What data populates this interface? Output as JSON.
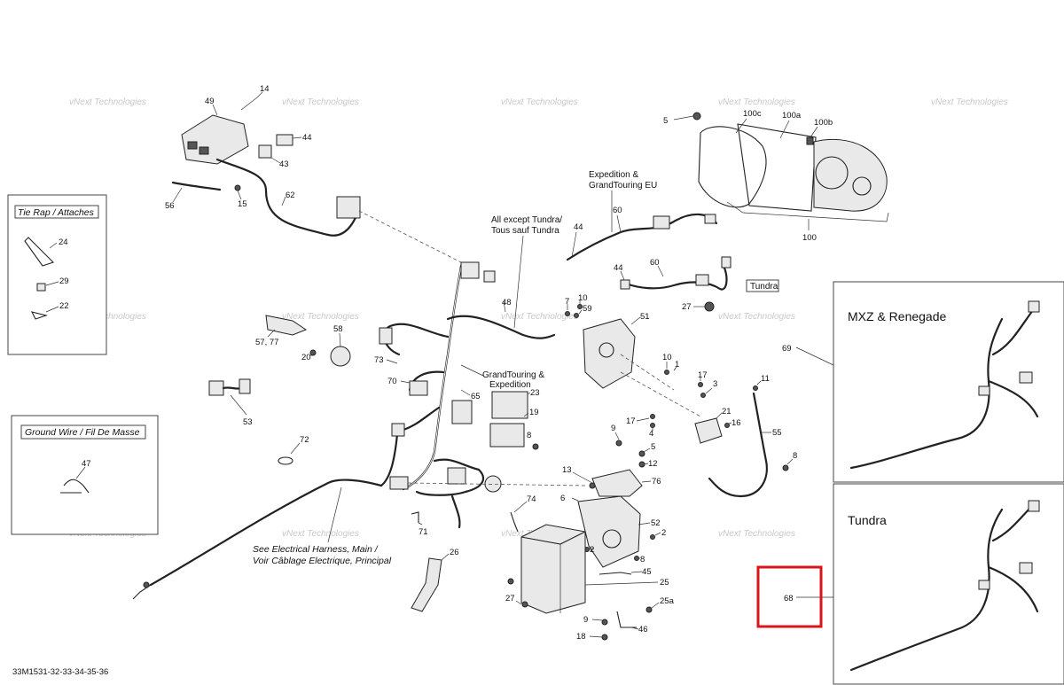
{
  "diagram": {
    "code": "33M1531-32-33-34-35-36",
    "watermark": "vNext Technologies",
    "highlight_color": "#d9141a",
    "boxes": {
      "tie_rap": "Tie Rap / Attaches",
      "ground_wire": "Ground Wire / Fil De Masse",
      "mxz": "MXZ & Renegade",
      "tundra_panel": "Tundra"
    },
    "notes": {
      "expedition_1": "Expedition &",
      "expedition_2": "GrandTouring EU",
      "all_except_1": "All except Tundra/",
      "all_except_2": "Tous sauf Tundra",
      "tundra": "Tundra",
      "gt_1": "GrandTouring &",
      "gt_2": "Expedition",
      "see_1": "See Electrical Harness, Main /",
      "see_2": "Voir Câblage Electrique, Principal"
    },
    "labels": [
      "14",
      "49",
      "44",
      "43",
      "56",
      "15",
      "62",
      "24",
      "29",
      "22",
      "5",
      "100c",
      "100a",
      "100b",
      "100",
      "60",
      "44",
      "60",
      "44",
      "27",
      "7",
      "10",
      "59",
      "48",
      "51",
      "57, 77",
      "58",
      "20",
      "73",
      "70",
      "65",
      "10",
      "1",
      "17",
      "3",
      "11",
      "23",
      "19",
      "8",
      "21",
      "16",
      "17",
      "4",
      "55",
      "9",
      "5",
      "12",
      "8",
      "13",
      "76",
      "6",
      "74",
      "52",
      "2",
      "2",
      "8",
      "45",
      "25",
      "25a",
      "27",
      "9",
      "46",
      "18",
      "53",
      "72",
      "47",
      "71",
      "26",
      "69",
      "68"
    ]
  }
}
